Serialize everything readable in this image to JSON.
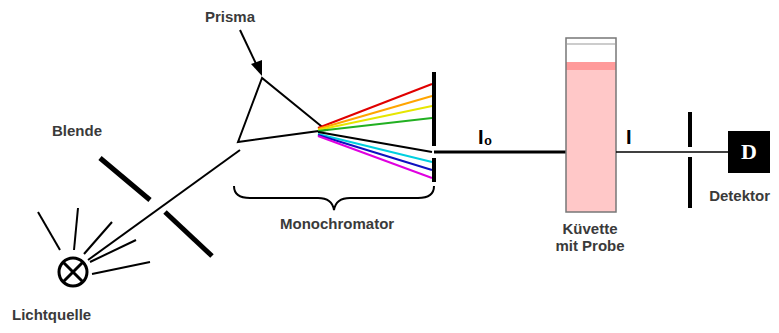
{
  "diagram": {
    "nodes": [
      {
        "text": [
          "D",
          "Detektor"
        ]
      }
    ],
    "labels": [
      "Prisma",
      "Blende",
      "Monochromator",
      "I₀",
      "I",
      "Küvette mit Probe",
      "Lichtquelle"
    ]
  }
}
